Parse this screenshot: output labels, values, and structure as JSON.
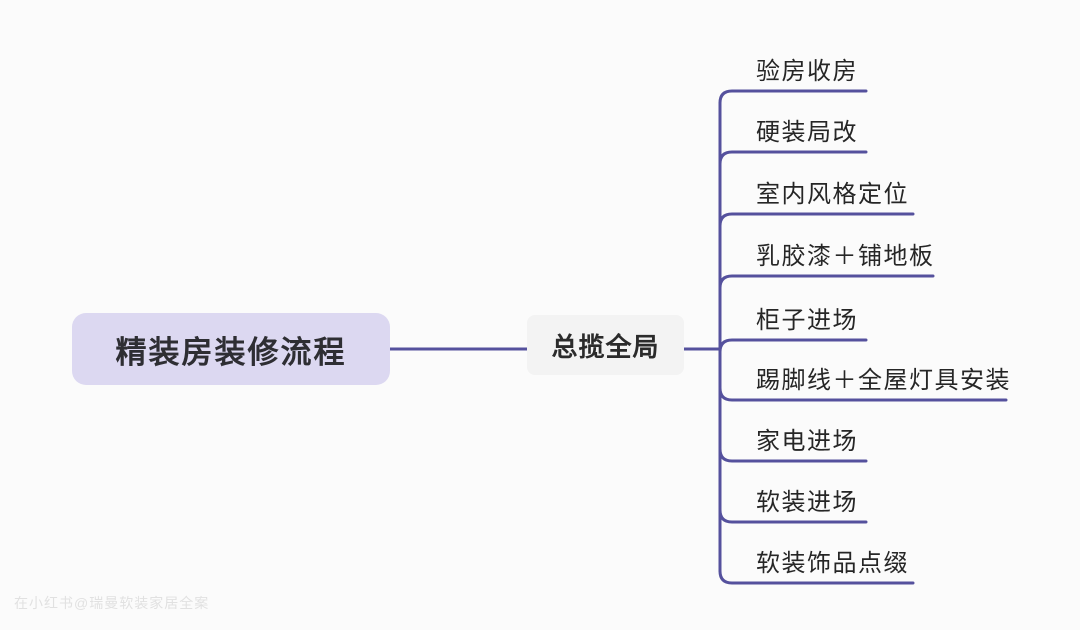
{
  "diagram": {
    "root": {
      "label": "精装房装修流程"
    },
    "hub": {
      "label": "总揽全局"
    },
    "branches": [
      {
        "label": "验房收房"
      },
      {
        "label": "硬装局改"
      },
      {
        "label": "室内风格定位"
      },
      {
        "label": "乳胶漆＋铺地板"
      },
      {
        "label": "柜子进场"
      },
      {
        "label": "踢脚线＋全屋灯具安装"
      },
      {
        "label": "家电进场"
      },
      {
        "label": "软装进场"
      },
      {
        "label": "软装饰品点缀"
      }
    ],
    "colors": {
      "line": "#55519d",
      "root_fill": "#dcd8f1",
      "hub_fill": "#f3f3f3",
      "text": "#262626",
      "background": "#fbfbfb"
    }
  },
  "watermark": "在小红书@瑞曼软装家居全案"
}
